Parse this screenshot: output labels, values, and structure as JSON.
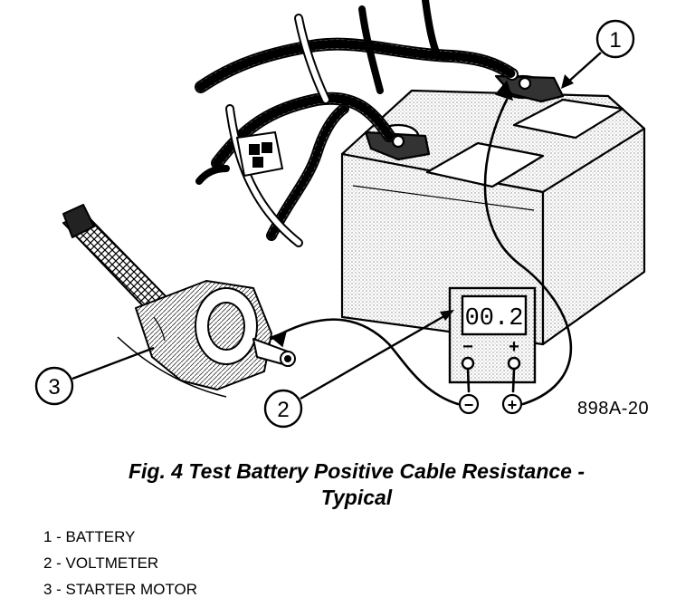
{
  "figure": {
    "id": "898A-20",
    "callouts": [
      "1",
      "2",
      "3"
    ],
    "meter": {
      "reading": "00.2",
      "neg_label": "−",
      "pos_label": "+",
      "probe_neg": "−",
      "probe_pos": "+"
    }
  },
  "caption": {
    "line1": "Fig. 4 Test Battery Positive Cable Resistance -",
    "line2": "Typical"
  },
  "legend": [
    "1 - BATTERY",
    "2 - VOLTMETER",
    "3 - STARTER MOTOR"
  ]
}
